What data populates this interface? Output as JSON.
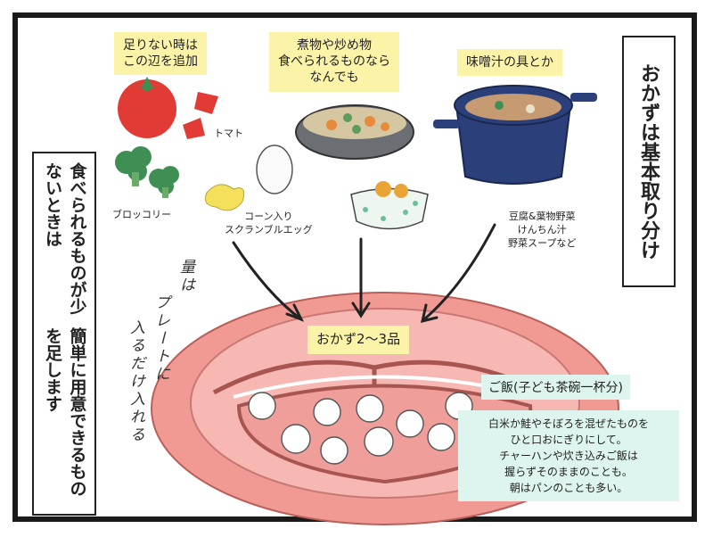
{
  "labels": {
    "top_left": [
      "足りない時は",
      "この辺を追加"
    ],
    "top_center": [
      "煮物や炒め物",
      "食べられるものなら",
      "なんでも"
    ],
    "top_right": "味噌汁の具とか",
    "center_plate": "おかず2〜3品",
    "rice_title": "ご飯(子ども茶碗一杯分)"
  },
  "captions": {
    "tomato": "トマト",
    "broccoli": "ブロッコリー",
    "egg": [
      "コーン入り",
      "スクランブルエッグ"
    ],
    "soup": [
      "豆腐&葉物野菜",
      "けんちん汁",
      "野菜スープなど"
    ]
  },
  "vertical_right": "おかずは基本取り分け",
  "vertical_left": [
    "食べられるものが少ないときは",
    "簡単に用意できるものを足します"
  ],
  "handwriting": [
    "量は",
    "プレートに",
    "入るだけ入れる"
  ],
  "rice_notes": [
    "白米か鮭やそぼろを混ぜたものを",
    "ひと口おにぎりにして。",
    "チャーハンや炊き込みご飯は",
    "握らずそのままのことも。",
    "朝はパンのことも多い。"
  ],
  "colors": {
    "plate": "#f19a94",
    "plate_inner": "#f7b7b2",
    "highlight_yellow": "#fbf3a8",
    "mint": "#ddf5ee",
    "pot": "#2b3f7a",
    "tomato": "#e23a34",
    "broccoli": "#3f8f54"
  }
}
